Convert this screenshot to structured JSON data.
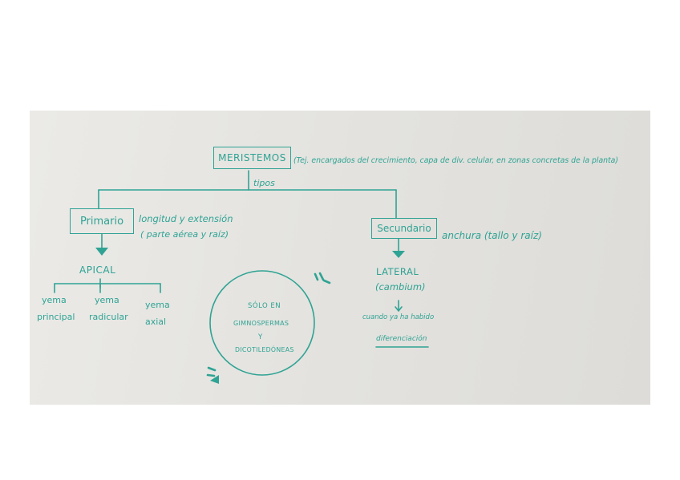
{
  "root": {
    "label": "MERISTEMOS",
    "description": "(Tej. encargados del crecimiento, capa de div. celular, en zonas concretas de la planta)",
    "connector_label": "tipos"
  },
  "primario": {
    "label": "Primario",
    "description_line1": "longitud y extensión",
    "description_line2": "( parte aérea y raíz)",
    "child": "APICAL",
    "leaves": [
      {
        "line1": "yema",
        "line2": "principal"
      },
      {
        "line1": "yema",
        "line2": "radicular"
      },
      {
        "line1": "yema",
        "line2": "axial"
      }
    ]
  },
  "secundario": {
    "label": "Secundario",
    "description": "anchura (tallo y raíz)",
    "child_line1": "LATERAL",
    "child_line2": "(cambium)",
    "note_line1": "cuando ya ha habido",
    "note_line2": "diferenciación"
  },
  "callout": {
    "line1": "SÓLO EN",
    "line2": "GIMNOSPERMAS",
    "line3": "Y",
    "line4": "DICOTILEDÓNEAS"
  },
  "colors": {
    "ink": "#2fa394",
    "background": "#e4e3df"
  }
}
